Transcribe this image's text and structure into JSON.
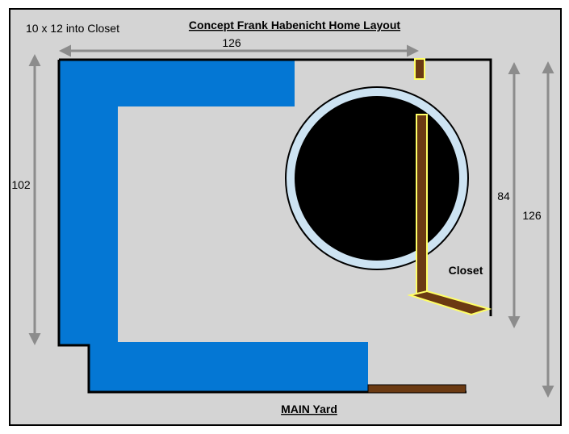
{
  "diagram": {
    "title": "Concept Frank Habenicht Home Layout",
    "note": "10 x 12 into Closet",
    "dimension_top": "126",
    "dimension_left": "102",
    "dimension_closet": "84",
    "dimension_right": "126",
    "closet_label": "Closet",
    "yard_label": "MAIN Yard",
    "colors": {
      "background": "#d4d4d4",
      "frame": "#000000",
      "walkway": "#0477d4",
      "pool_ring": "#cde3f2",
      "pool": "#000000",
      "closet_wall": "#6b3a12",
      "closet_outline": "#ffff66",
      "arrow": "#8c8c8c"
    }
  }
}
